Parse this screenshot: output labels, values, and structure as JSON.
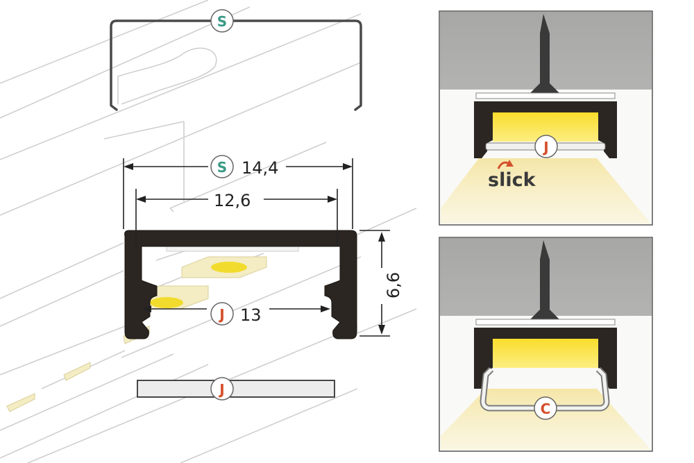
{
  "colors": {
    "badge_s": "#3a9a86",
    "badge_j": "#d5502c",
    "badge_c": "#d5502c",
    "profile": "#2b2622",
    "wall": "#a9a9a8",
    "led_light": "#fbe64a"
  },
  "diagram": {
    "badges": {
      "clip_top": "S",
      "dim_outer": "S",
      "dim_inner_j": "J",
      "cover_strip": "J",
      "panel1_cover": "J",
      "panel2_cover": "C"
    },
    "dimensions": {
      "outer_width": "14,4",
      "inner_width": "12,6",
      "cover_width": "13",
      "height": "6,6"
    },
    "panel1": {
      "brand": "slick"
    }
  }
}
